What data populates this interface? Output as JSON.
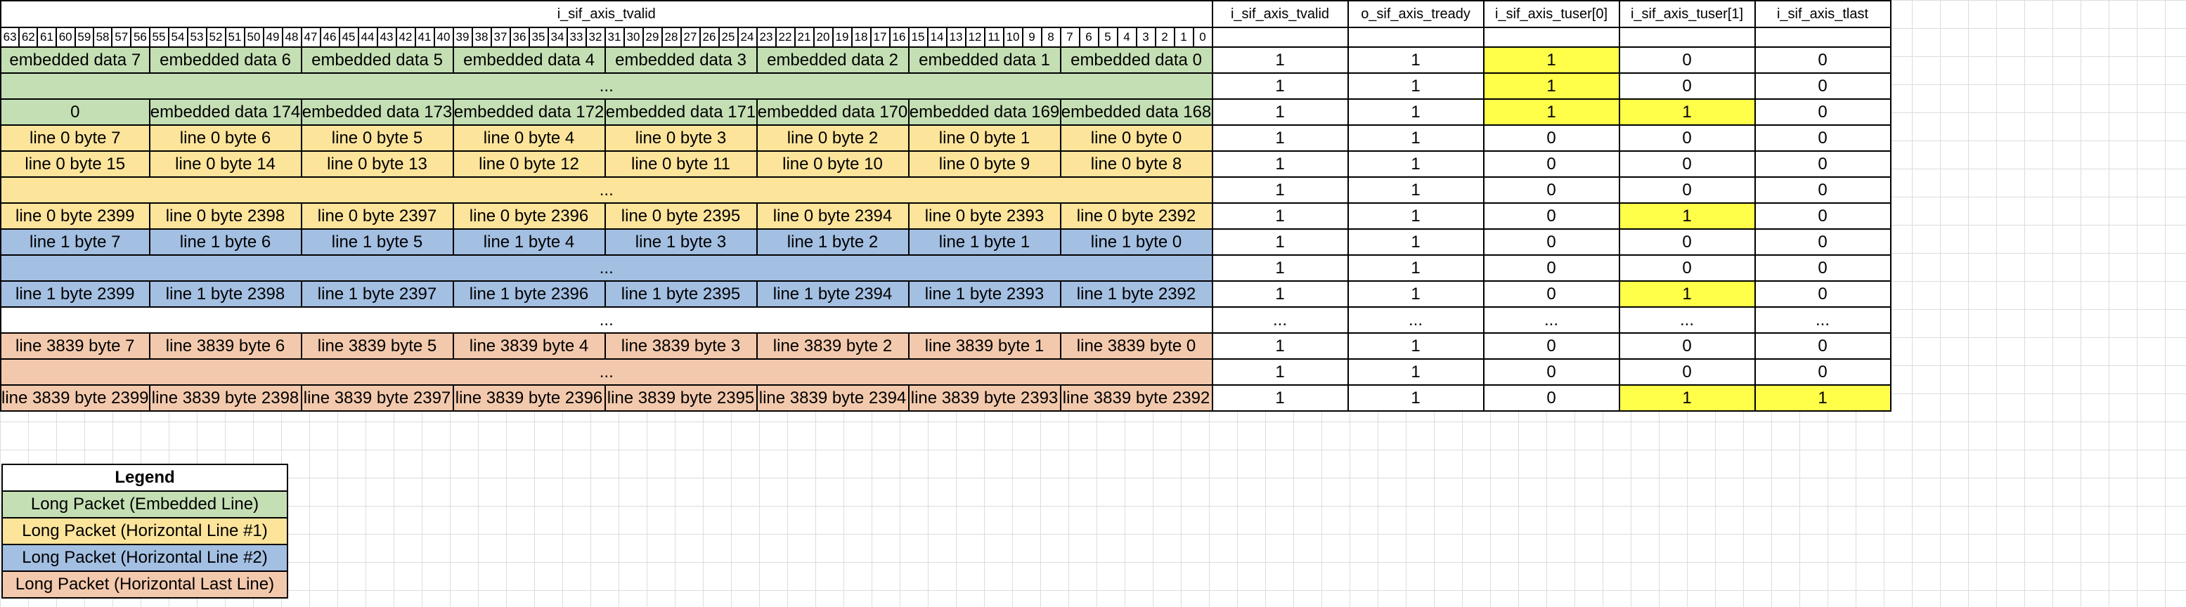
{
  "colors": {
    "embedded": "#c5dfb4",
    "line1": "#fde49b",
    "line2": "#a3bfe2",
    "last": "#f3c9ad",
    "highlight": "#ffff4a",
    "white": "#ffffff"
  },
  "header": {
    "tdata": "i_sif_axis_tvalid",
    "signals": [
      "i_sif_axis_tvalid",
      "o_sif_axis_tready",
      "i_sif_axis_tuser[0]",
      "i_sif_axis_tuser[1]",
      "i_sif_axis_tlast"
    ]
  },
  "bits": [
    "63",
    "62",
    "61",
    "60",
    "59",
    "58",
    "57",
    "56",
    "55",
    "54",
    "53",
    "52",
    "51",
    "50",
    "49",
    "48",
    "47",
    "46",
    "45",
    "44",
    "43",
    "42",
    "41",
    "40",
    "39",
    "38",
    "37",
    "36",
    "35",
    "34",
    "33",
    "32",
    "31",
    "30",
    "29",
    "28",
    "27",
    "26",
    "25",
    "24",
    "23",
    "22",
    "21",
    "20",
    "19",
    "18",
    "17",
    "16",
    "15",
    "14",
    "13",
    "12",
    "11",
    "10",
    "9",
    "8",
    "7",
    "6",
    "5",
    "4",
    "3",
    "2",
    "1",
    "0"
  ],
  "rows": [
    {
      "kind": "bytes",
      "group": "embedded",
      "cells": [
        "embedded data 7",
        "embedded data 6",
        "embedded data 5",
        "embedded data 4",
        "embedded data 3",
        "embedded data 2",
        "embedded data 1",
        "embedded data 0"
      ],
      "signals": [
        "1",
        "1",
        "1",
        "0",
        "0"
      ],
      "hl": [
        false,
        false,
        true,
        false,
        false
      ]
    },
    {
      "kind": "span",
      "group": "embedded",
      "text": "...",
      "signals": [
        "1",
        "1",
        "1",
        "0",
        "0"
      ],
      "hl": [
        false,
        false,
        true,
        false,
        false
      ]
    },
    {
      "kind": "bytes",
      "group": "embedded",
      "cells": [
        "0",
        "embedded data 174",
        "embedded data 173",
        "embedded data 172",
        "embedded data 171",
        "embedded data 170",
        "embedded data 169",
        "embedded data 168"
      ],
      "signals": [
        "1",
        "1",
        "1",
        "1",
        "0"
      ],
      "hl": [
        false,
        false,
        true,
        true,
        false
      ]
    },
    {
      "kind": "bytes",
      "group": "line1",
      "cells": [
        "line 0 byte 7",
        "line 0 byte 6",
        "line 0 byte 5",
        "line 0 byte 4",
        "line 0 byte 3",
        "line 0 byte 2",
        "line 0 byte 1",
        "line 0 byte 0"
      ],
      "signals": [
        "1",
        "1",
        "0",
        "0",
        "0"
      ],
      "hl": [
        false,
        false,
        false,
        false,
        false
      ]
    },
    {
      "kind": "bytes",
      "group": "line1",
      "cells": [
        "line 0 byte 15",
        "line 0 byte 14",
        "line 0 byte 13",
        "line 0 byte 12",
        "line 0 byte 11",
        "line 0 byte 10",
        "line 0 byte 9",
        "line 0 byte 8"
      ],
      "signals": [
        "1",
        "1",
        "0",
        "0",
        "0"
      ],
      "hl": [
        false,
        false,
        false,
        false,
        false
      ]
    },
    {
      "kind": "span",
      "group": "line1",
      "text": "...",
      "signals": [
        "1",
        "1",
        "0",
        "0",
        "0"
      ],
      "hl": [
        false,
        false,
        false,
        false,
        false
      ]
    },
    {
      "kind": "bytes",
      "group": "line1",
      "cells": [
        "line 0 byte 2399",
        "line 0 byte 2398",
        "line 0 byte 2397",
        "line 0 byte 2396",
        "line 0 byte 2395",
        "line 0 byte 2394",
        "line 0 byte 2393",
        "line 0 byte 2392"
      ],
      "signals": [
        "1",
        "1",
        "0",
        "1",
        "0"
      ],
      "hl": [
        false,
        false,
        false,
        true,
        false
      ]
    },
    {
      "kind": "bytes",
      "group": "line2",
      "cells": [
        "line 1 byte 7",
        "line 1 byte 6",
        "line 1 byte 5",
        "line 1 byte 4",
        "line 1 byte 3",
        "line 1 byte 2",
        "line 1 byte 1",
        "line 1 byte 0"
      ],
      "signals": [
        "1",
        "1",
        "0",
        "0",
        "0"
      ],
      "hl": [
        false,
        false,
        false,
        false,
        false
      ]
    },
    {
      "kind": "span",
      "group": "line2",
      "text": "...",
      "signals": [
        "1",
        "1",
        "0",
        "0",
        "0"
      ],
      "hl": [
        false,
        false,
        false,
        false,
        false
      ]
    },
    {
      "kind": "bytes",
      "group": "line2",
      "cells": [
        "line 1 byte 2399",
        "line 1 byte 2398",
        "line 1 byte 2397",
        "line 1 byte 2396",
        "line 1 byte 2395",
        "line 1 byte 2394",
        "line 1 byte 2393",
        "line 1 byte 2392"
      ],
      "signals": [
        "1",
        "1",
        "0",
        "1",
        "0"
      ],
      "hl": [
        false,
        false,
        false,
        true,
        false
      ]
    },
    {
      "kind": "span",
      "group": "white",
      "text": "...",
      "signals": [
        "...",
        "...",
        "...",
        "...",
        "..."
      ],
      "hl": [
        false,
        false,
        false,
        false,
        false
      ]
    },
    {
      "kind": "bytes",
      "group": "last",
      "cells": [
        "line 3839 byte 7",
        "line 3839 byte 6",
        "line 3839 byte 5",
        "line 3839 byte 4",
        "line 3839 byte 3",
        "line 3839 byte 2",
        "line 3839 byte 1",
        "line 3839 byte 0"
      ],
      "signals": [
        "1",
        "1",
        "0",
        "0",
        "0"
      ],
      "hl": [
        false,
        false,
        false,
        false,
        false
      ]
    },
    {
      "kind": "span",
      "group": "last",
      "text": "...",
      "signals": [
        "1",
        "1",
        "0",
        "0",
        "0"
      ],
      "hl": [
        false,
        false,
        false,
        false,
        false
      ]
    },
    {
      "kind": "bytes",
      "group": "last",
      "cells": [
        "line 3839 byte 2399",
        "line 3839 byte 2398",
        "line 3839 byte 2397",
        "line 3839 byte 2396",
        "line 3839 byte 2395",
        "line 3839 byte 2394",
        "line 3839 byte 2393",
        "line 3839 byte 2392"
      ],
      "signals": [
        "1",
        "1",
        "0",
        "1",
        "1"
      ],
      "hl": [
        false,
        false,
        false,
        true,
        true
      ]
    }
  ],
  "legend": {
    "title": "Legend",
    "items": [
      {
        "label": "Long Packet (Embedded Line)",
        "group": "embedded"
      },
      {
        "label": "Long Packet (Horizontal Line #1)",
        "group": "line1"
      },
      {
        "label": "Long Packet (Horizontal Line #2)",
        "group": "line2"
      },
      {
        "label": "Long Packet (Horizontal Last Line)",
        "group": "last"
      }
    ]
  }
}
